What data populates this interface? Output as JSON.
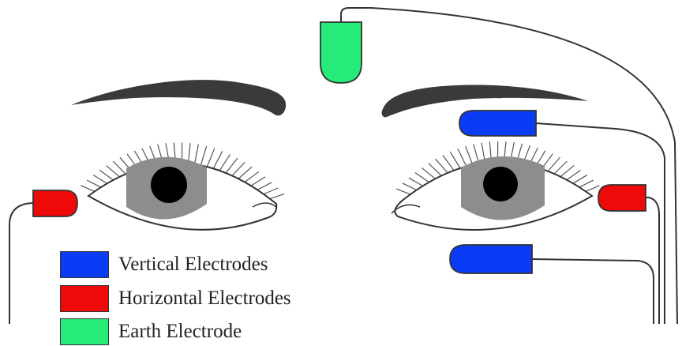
{
  "colors": {
    "vertical": "#0a3cf5",
    "horizontal": "#ef0a0a",
    "earth": "#27eb78",
    "iris": "#8d8d8d",
    "pupil": "#000000",
    "brow": "#3a3a3a",
    "wire": "#333333"
  },
  "legend": [
    {
      "key": "vertical",
      "label": "Vertical Electrodes"
    },
    {
      "key": "horizontal",
      "label": "Horizontal Electrodes"
    },
    {
      "key": "earth",
      "label": "Earth Electrode"
    }
  ]
}
